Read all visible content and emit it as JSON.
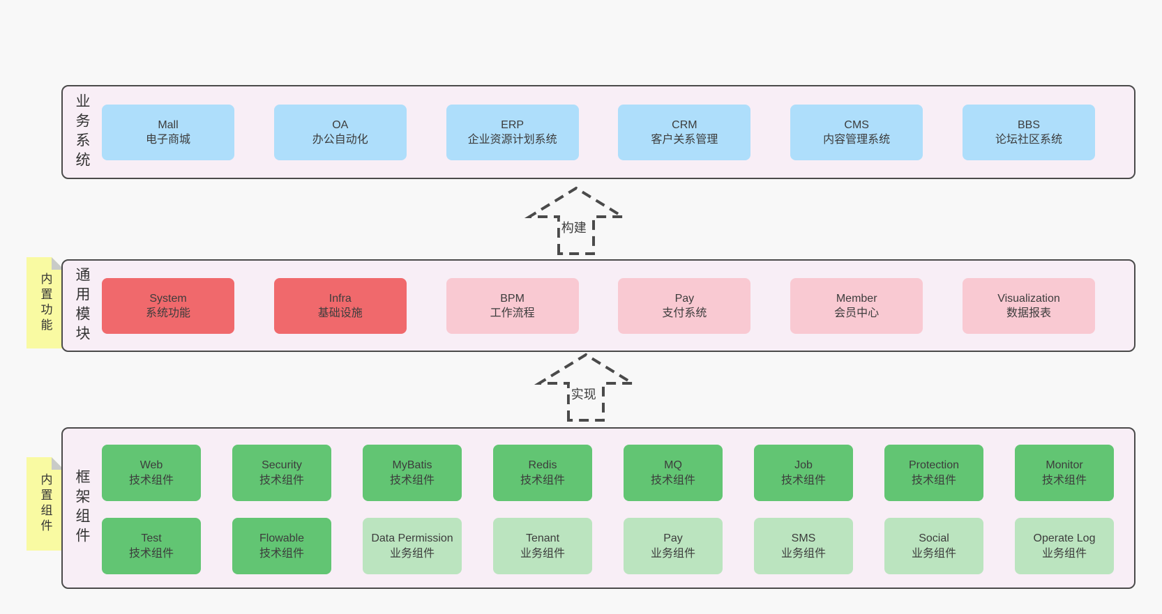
{
  "colors": {
    "page_background": "#f8f8f8",
    "container_background": "#f8eef6",
    "container_border": "#4a4a4a",
    "business_box_blue": "#aedefb",
    "core_module_red": "#f0696c",
    "module_pink": "#f9c9d2",
    "tech_component_green": "#62c573",
    "biz_component_light_green": "#bbe4bf",
    "sticky_note_yellow": "#f9faa2",
    "note_fold_gray": "#c9cbc8",
    "text": "#3c3c3c"
  },
  "arrows": [
    {
      "label": "构建"
    },
    {
      "label": "实现"
    }
  ],
  "layers": [
    {
      "side_label": "业务系统",
      "boxes": [
        {
          "name": "Mall",
          "desc": "电子商城"
        },
        {
          "name": "OA",
          "desc": "办公自动化"
        },
        {
          "name": "ERP",
          "desc": "企业资源计划系统"
        },
        {
          "name": "CRM",
          "desc": "客户关系管理"
        },
        {
          "name": "CMS",
          "desc": "内容管理系统"
        },
        {
          "name": "BBS",
          "desc": "论坛社区系统"
        }
      ]
    },
    {
      "side_label": "通用模块",
      "note": "内置功能",
      "boxes": [
        {
          "name": "System",
          "desc": "系统功能"
        },
        {
          "name": "Infra",
          "desc": "基础设施"
        },
        {
          "name": "BPM",
          "desc": "工作流程"
        },
        {
          "name": "Pay",
          "desc": "支付系统"
        },
        {
          "name": "Member",
          "desc": "会员中心"
        },
        {
          "name": "Visualization",
          "desc": "数据报表"
        }
      ]
    },
    {
      "side_label": "框架组件",
      "note": "内置组件",
      "rows": [
        [
          {
            "name": "Web",
            "desc": "技术组件"
          },
          {
            "name": "Security",
            "desc": "技术组件"
          },
          {
            "name": "MyBatis",
            "desc": "技术组件"
          },
          {
            "name": "Redis",
            "desc": "技术组件"
          },
          {
            "name": "MQ",
            "desc": "技术组件"
          },
          {
            "name": "Job",
            "desc": "技术组件"
          },
          {
            "name": "Protection",
            "desc": "技术组件"
          },
          {
            "name": "Monitor",
            "desc": "技术组件"
          }
        ],
        [
          {
            "name": "Test",
            "desc": "技术组件"
          },
          {
            "name": "Flowable",
            "desc": "技术组件"
          },
          {
            "name": "Data Permission",
            "desc": "业务组件"
          },
          {
            "name": "Tenant",
            "desc": "业务组件"
          },
          {
            "name": "Pay",
            "desc": "业务组件"
          },
          {
            "name": "SMS",
            "desc": "业务组件"
          },
          {
            "name": "Social",
            "desc": "业务组件"
          },
          {
            "name": "Operate Log",
            "desc": "业务组件"
          }
        ]
      ]
    }
  ]
}
